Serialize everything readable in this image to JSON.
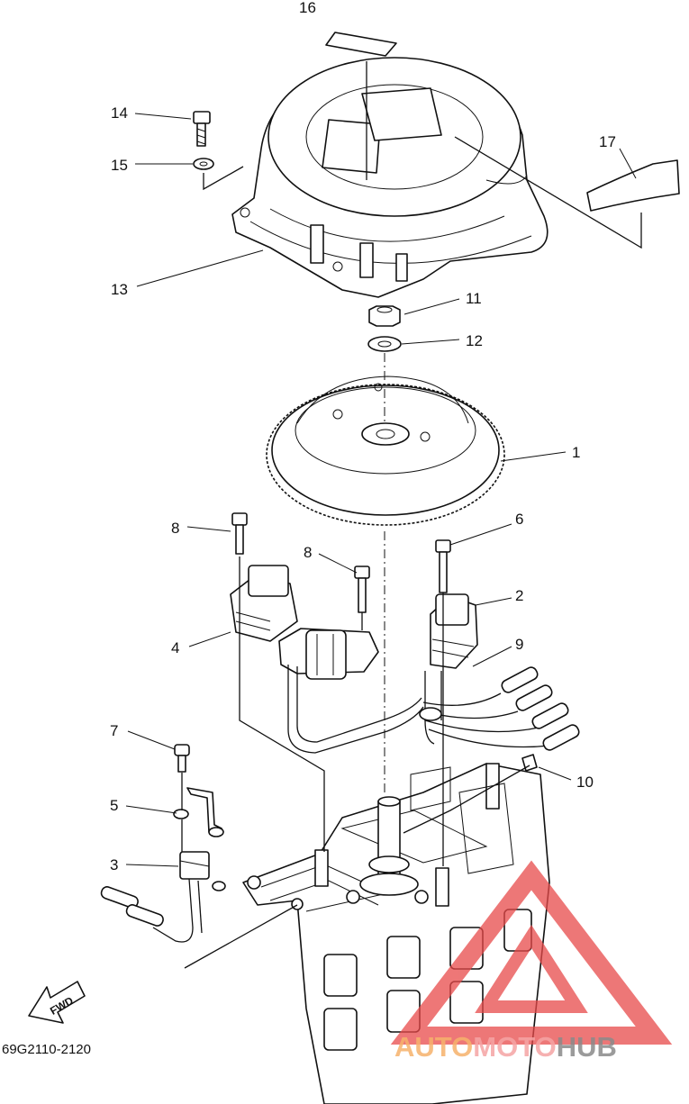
{
  "diagram": {
    "code": "69G2110-2120",
    "fwd_label": "FWD",
    "callouts": {
      "p1": "1",
      "p2": "2",
      "p3": "3",
      "p4": "4",
      "p5": "5",
      "p6": "6",
      "p7": "7",
      "p8a": "8",
      "p8b": "8",
      "p9": "9",
      "p10": "10",
      "p11": "11",
      "p12": "12",
      "p13": "13",
      "p14": "14",
      "p15": "15",
      "p16": "16",
      "p17": "17"
    }
  },
  "watermark": {
    "part1": "AUTO",
    "part2": "MOTO",
    "part3": "HUB",
    "colors": {
      "auto": "#f6b26b",
      "moto": "#f5a3a3",
      "hub": "#8a8a8a",
      "triangle": "#e84a4a"
    }
  }
}
